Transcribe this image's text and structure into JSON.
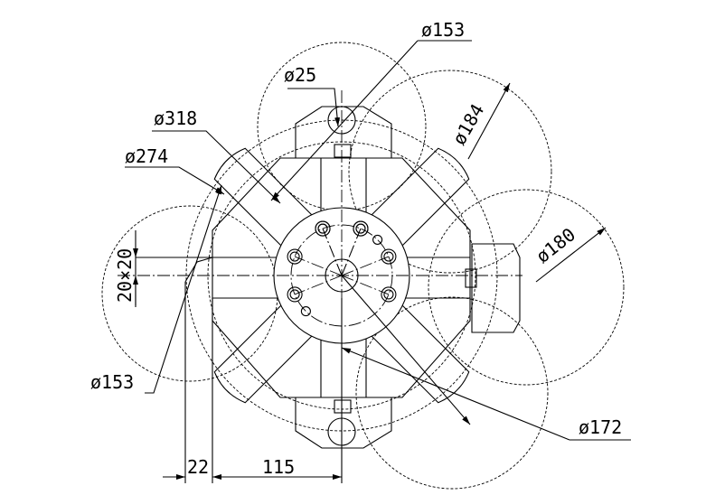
{
  "drawing": {
    "dimensions": {
      "dia_153_top": "ø153",
      "dia_25": "ø25",
      "dia_318": "ø318",
      "dia_274": "ø274",
      "dia_184": "ø184",
      "dia_180": "ø180",
      "slot_20x20": "20×20",
      "dia_153_left": "ø153",
      "dia_172": "ø172",
      "dim_22": "22",
      "dim_115": "115"
    }
  }
}
